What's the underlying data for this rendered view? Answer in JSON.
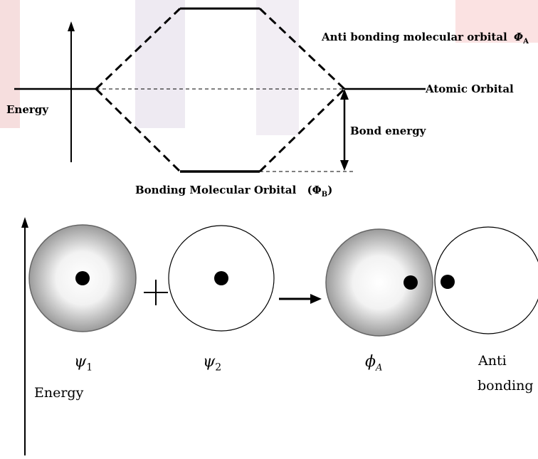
{
  "colors": {
    "background": "#ffffff",
    "ink": "#000000",
    "orbital_shade_dark": "#8a8a8a",
    "orbital_shade_light": "#ffffff"
  },
  "top_diagram": {
    "anti_bonding_label": "Anti bonding molecular orbital",
    "anti_bonding_symbol": "Φ",
    "anti_bonding_subscript": "A",
    "atomic_orbital_label": "Atomic Orbital",
    "energy_label": "Energy",
    "bond_energy_label": "Bond energy",
    "bonding_label": "Bonding Molecular Orbital",
    "bonding_symbol_open": "(Φ",
    "bonding_subscript": "B",
    "bonding_symbol_close": ")"
  },
  "bottom_diagram": {
    "psi1_symbol": "ψ",
    "psi1_sub": "1",
    "psi2_symbol": "ψ",
    "psi2_sub": "2",
    "phiA_symbol": "ϕ",
    "phiA_sub": "A",
    "energy_label": "Energy",
    "anti_label": "Anti",
    "bonding_label": "bonding",
    "plus_sign": "+"
  }
}
